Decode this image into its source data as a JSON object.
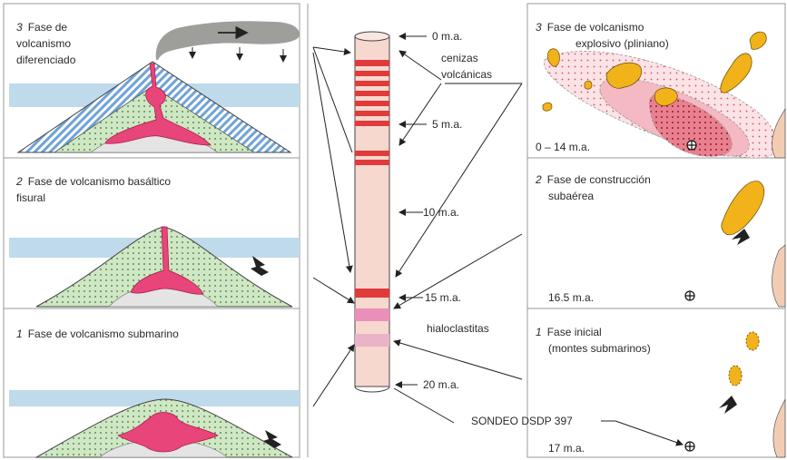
{
  "left_panels": [
    {
      "num": "3",
      "line1": "Fase de",
      "line2": "volcanismo",
      "line3": "diferenciado"
    },
    {
      "num": "2",
      "line1": "Fase de volcanismo basáltico",
      "line2": "fisural"
    },
    {
      "num": "1",
      "line1": "Fase de volcanismo submarino"
    }
  ],
  "column": {
    "ages": [
      "0 m.a.",
      "5 m.a.",
      "10 m.a.",
      "15 m.a.",
      "20 m.a."
    ],
    "cenizas": [
      "cenizas",
      "volcánicas"
    ],
    "hialoclastitas": "hialoclastitas",
    "sondeo": "SONDEO DSDP 397"
  },
  "right_panels": [
    {
      "num": "3",
      "line1": "Fase de volcanismo",
      "line2": "explosivo (pliniano)",
      "age": "0 – 14 m.a."
    },
    {
      "num": "2",
      "line1": "Fase de construcción",
      "line2": "subaérea",
      "age": "16.5 m.a."
    },
    {
      "num": "1",
      "line1": "Fase inicial",
      "line2": "(montes submarinos)",
      "age": "17 m.a."
    }
  ],
  "colors": {
    "sea": "#bfdaea",
    "magma": "#e8457a",
    "dots": "#cfe8c4",
    "core": "#f7d8cf",
    "ash_band": "#e03a3a",
    "island": "#f2b21a"
  }
}
